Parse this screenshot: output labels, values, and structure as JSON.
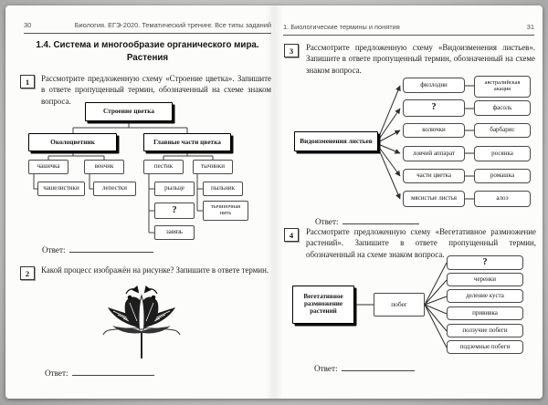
{
  "colors": {
    "backdrop": "#bfbfbf",
    "page": "#fcfcfa",
    "ink": "#1c1c1c"
  },
  "left_page": {
    "page_number": "30",
    "running_header": "Биология. ЕГЭ-2020. Тематический тренинг. Все типы заданий",
    "section_title": {
      "line1": "1.4. Система и многообразие органического мира.",
      "line2": "Растения"
    },
    "task1": {
      "number": "1",
      "text": "Рассмотрите предложенную схему «Строение цветка». Запишите в ответе пропущенный термин, обозначенный на схеме знаком вопроса.",
      "answer_label": "Ответ:"
    },
    "diagram1": {
      "root": "Строение цветка",
      "left_branch": {
        "title": "Околоцветник",
        "nodes": [
          "чашечка",
          "венчик"
        ],
        "leaves": [
          "чашелистики",
          "лепестки"
        ]
      },
      "right_branch": {
        "title": "Главные части цветка",
        "nodes": [
          "пестик",
          "тычинки"
        ],
        "pistil_parts": [
          "рыльце",
          "?",
          "завязь"
        ],
        "stamen_parts": [
          "пыльник",
          "тычиночная нить"
        ]
      }
    },
    "task2": {
      "number": "2",
      "text": "Какой процесс изображён на рисунке? Запишите в ответе термин.",
      "answer_label": "Ответ:"
    }
  },
  "right_page": {
    "page_number": "31",
    "running_header": "1. Биологические термины и понятия",
    "task3": {
      "number": "3",
      "text": "Рассмотрите предложенную схему «Видоизменения листьев». Запишите в ответе пропущенный термин, обозначенный на схеме знаком вопроса.",
      "answer_label": "Ответ:"
    },
    "diagram3": {
      "root": "Видоизменения листьев",
      "rows": [
        {
          "modification": "филлодии",
          "example": "австралийская акация"
        },
        {
          "modification": "?",
          "example": "фасоль"
        },
        {
          "modification": "колючки",
          "example": "барбарис"
        },
        {
          "modification": "ловчий аппарат",
          "example": "росянка"
        },
        {
          "modification": "части цветка",
          "example": "ромашка"
        },
        {
          "modification": "мясистые листья",
          "example": "алоэ"
        }
      ]
    },
    "task4": {
      "number": "4",
      "text": "Рассмотрите предложенную схему «Вегетативное размножение растений». Запишите в ответе пропущенный термин, обозначенный на схеме знаком вопроса.",
      "answer_label": "Ответ:"
    },
    "diagram4": {
      "root": "Вегетативное размножение растений",
      "stem": "побег",
      "methods": [
        "?",
        "черенки",
        "деление куста",
        "прививка",
        "ползучие побеги",
        "подземные побеги"
      ]
    }
  }
}
